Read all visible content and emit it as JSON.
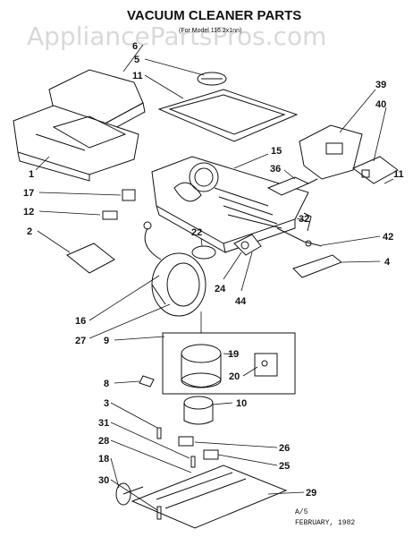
{
  "title": "VACUUM CLEANER PARTS",
  "watermark": "AppliancePartsPros.com",
  "subtitle_model": "(For Model 116.2x1nn)",
  "footer": {
    "code": "A/5",
    "date": "FEBRUARY, 1982"
  },
  "callouts": {
    "c1": "1",
    "c2": "2",
    "c3": "3",
    "c4": "4",
    "c5": "5",
    "c6": "6",
    "c8": "8",
    "c9": "9",
    "c10": "10",
    "c11": "11",
    "c11b": "11",
    "c12": "12",
    "c15": "15",
    "c16": "16",
    "c17": "17",
    "c18": "18",
    "c19": "19",
    "c20": "20",
    "c22": "22",
    "c24": "24",
    "c25": "25",
    "c26": "26",
    "c27": "27",
    "c28": "28",
    "c29": "29",
    "c30": "30",
    "c31": "31",
    "c32": "32",
    "c36": "36",
    "c39": "39",
    "c40": "40",
    "c42": "42",
    "c44": "44"
  },
  "colors": {
    "ink": "#111111",
    "watermark": "#d9d9d9"
  }
}
